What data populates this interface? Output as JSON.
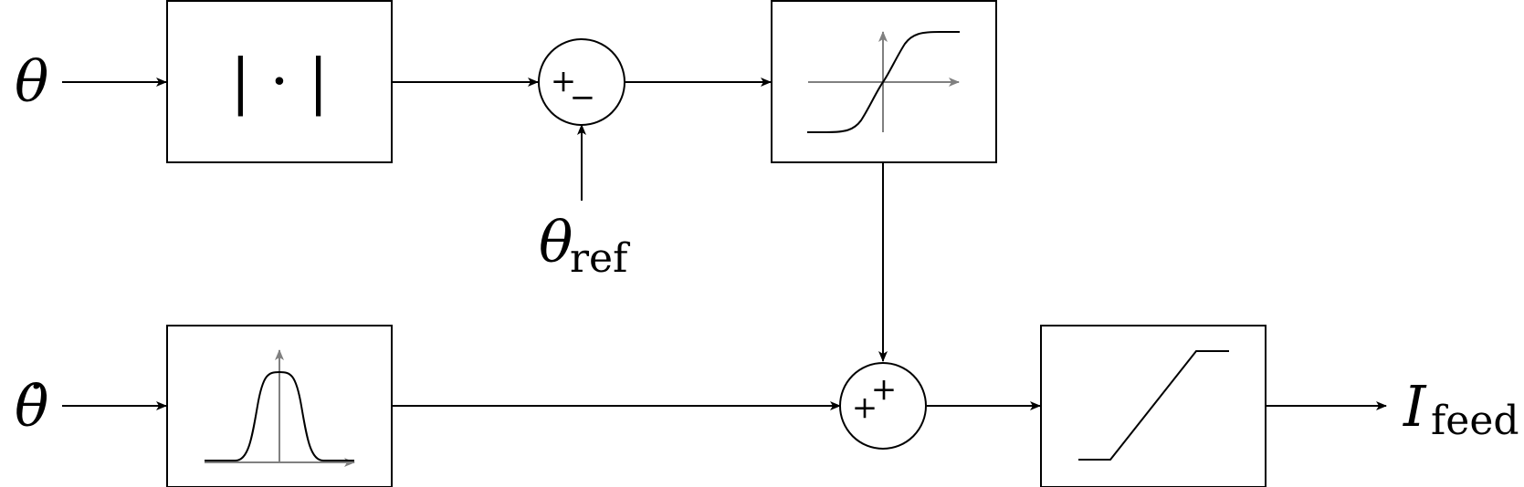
{
  "inputs": {
    "theta": "θ",
    "theta_dot": "θ̇",
    "theta_ref_symbol": "θ",
    "theta_ref_subscript": "ref"
  },
  "output": {
    "symbol": "I",
    "subscript": "feed"
  },
  "blocks": {
    "abs_label": "| · |",
    "sigmoid_icon": "sigmoid-curve-icon",
    "gaussian_icon": "gaussian-curve-icon",
    "saturation_icon": "saturation-ramp-icon"
  },
  "summing_junctions": {
    "top": {
      "signs": [
        "+",
        "−"
      ]
    },
    "bottom": {
      "signs": [
        "+",
        "+"
      ]
    }
  },
  "colors": {
    "line": "#000000",
    "axis": "#808080",
    "background": "#ffffff"
  }
}
